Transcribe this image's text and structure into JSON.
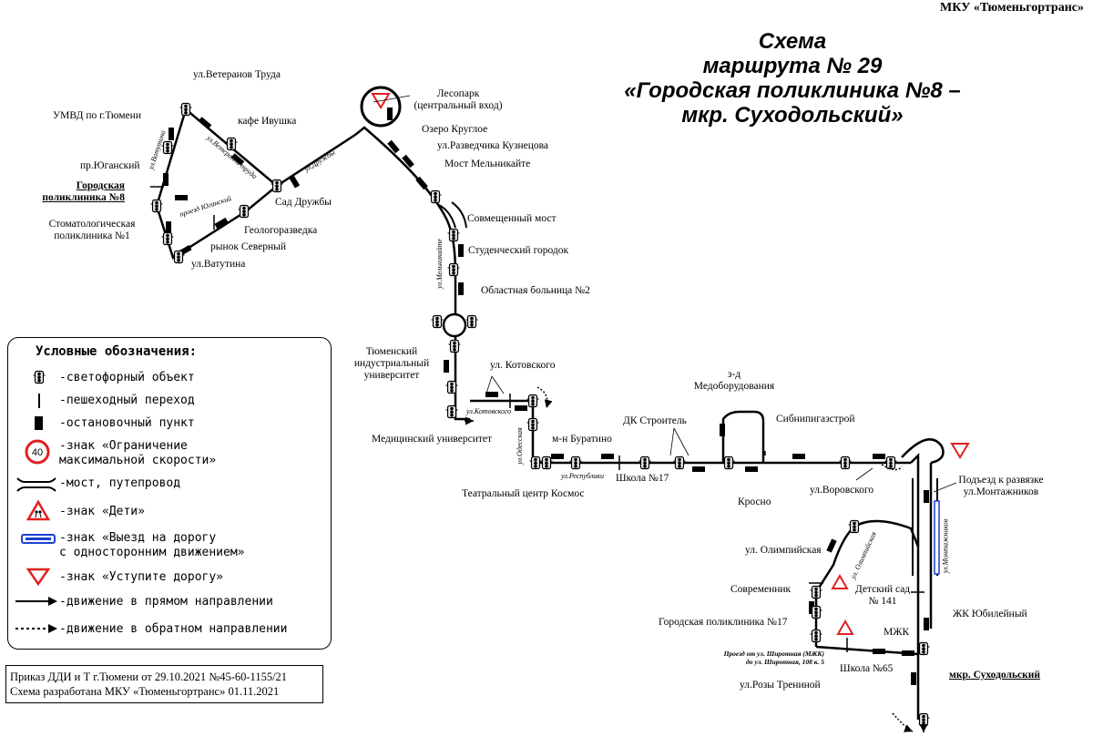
{
  "header": {
    "organization": "МКУ «Тюменьгортранс»",
    "title_line1": "Схема",
    "title_line2": "маршрута № 29",
    "title_line3": "«Городская поликлиника №8 –",
    "title_line4": "мкр. Суходольский»"
  },
  "stops": {
    "veteranov": "ул.Ветеранов Труда",
    "umvd": "УМВД по г.Тюмени",
    "ivushka": "кафе Ивушка",
    "yuganskiy": "пр.Юганский",
    "poliklinika8_l1": "Городская",
    "poliklinika8_l2": "поликлиника №8",
    "stomat_l1": "Стоматологическая",
    "stomat_l2": "поликлиника №1",
    "sad_druzhby": "Сад Дружбы",
    "geologorazvedka": "Геологоразведка",
    "rynok": "рынок Северный",
    "vatutina": "ул.Ватутина",
    "lesopark_l1": "Лесопарк",
    "lesopark_l2": "(центральный вход)",
    "ozero": "Озеро Круглое",
    "kuznetsova": "ул.Разведчика Кузнецова",
    "most_melnikayte": "Мост Мельникайте",
    "sovm_most": "Совмещенный мост",
    "stud_gorodok": "Студенческий городок",
    "bolnitsa": "Областная больница №2",
    "univ_l1": "Тюменский",
    "univ_l2": "индустриальный",
    "univ_l3": "университет",
    "kotovskogo": "ул. Котовского",
    "med_univ": "Медицинский университет",
    "buratino_l1": "м-н Буратино",
    "teatr": "Театральный центр Космос",
    "shkola17": "Школа №17",
    "dk": "ДК Строитель",
    "medoborud_l1": "з-д",
    "medoborud_l2": "Медоборудования",
    "sibnipi": "Сибнипигазстрой",
    "krosno": "Кросно",
    "vorovskogo": "ул.Воровского",
    "montazhnikov_l1": "Подъезд к развязке",
    "montazhnikov_l2": "ул.Монтажников",
    "olimpiyskaya": "ул. Олимпийская",
    "sovremennik": "Современник",
    "detsad_l1": "Детский сад",
    "detsad_l2": "№ 141",
    "gp17": "Городская поликлиника №17",
    "yubileyny": "ЖК Юбилейный",
    "mzhk": "МЖК",
    "shkola65": "Школа №65",
    "sukhodolskiy": "мкр. Суходольский",
    "trenina": "ул.Розы Трениной",
    "proezd_l1": "Проезд от ул. Широтная (МЖК)",
    "proezd_l2": "до ул. Широтная, 108 к. 5"
  },
  "streets": {
    "vatutina": "ул.Ватутина",
    "veteranov": "ул.Ветеранов труда",
    "proezd_yuganskiy": "проезд Юганский",
    "druzhby": "ул.Дружбы",
    "melnikayte": "ул.Мельникайте",
    "kotovskogo": "ул.Котовского",
    "odesskaya": "ул.Одесская",
    "respubliki": "ул.Республики",
    "olimpiyskaya": "ул. Олимпийская",
    "montazhnikov": "ул.Монтажников"
  },
  "legend": {
    "title": "Условные обозначения:",
    "items": [
      {
        "icon": "traffic-light-icon",
        "text": "-светофорный объект"
      },
      {
        "icon": "pedestrian-crossing-icon",
        "text": "-пешеходный переход"
      },
      {
        "icon": "bus-stop-icon",
        "text": "-остановочный пункт"
      },
      {
        "icon": "speed-limit-icon",
        "sign": "40",
        "text": "-знак «Ограничение",
        "text2": "максимальной скорости»"
      },
      {
        "icon": "bridge-icon",
        "text": "-мост, путепровод"
      },
      {
        "icon": "children-sign-icon",
        "text": "-знак «Дети»"
      },
      {
        "icon": "one-way-exit-icon",
        "text": "-знак «Выезд на дорогу",
        "text2": "с односторонним движением»"
      },
      {
        "icon": "yield-sign-icon",
        "text": "-знак «Уступите дорогу»"
      },
      {
        "icon": "forward-arrow-icon",
        "text": "-движение в прямом направлении"
      },
      {
        "icon": "reverse-arrow-icon",
        "text": "-движение в обратном направлении"
      }
    ]
  },
  "footer": {
    "line1": "Приказ ДДИ и Т г.Тюмени от 29.10.2021 №45-60-1155/21",
    "line2": "Схема разработана МКУ «Тюменьгортранс» 01.11.2021"
  },
  "colors": {
    "line": "#000000",
    "warning": "#e02020",
    "one_way": "#1a3fd0"
  }
}
